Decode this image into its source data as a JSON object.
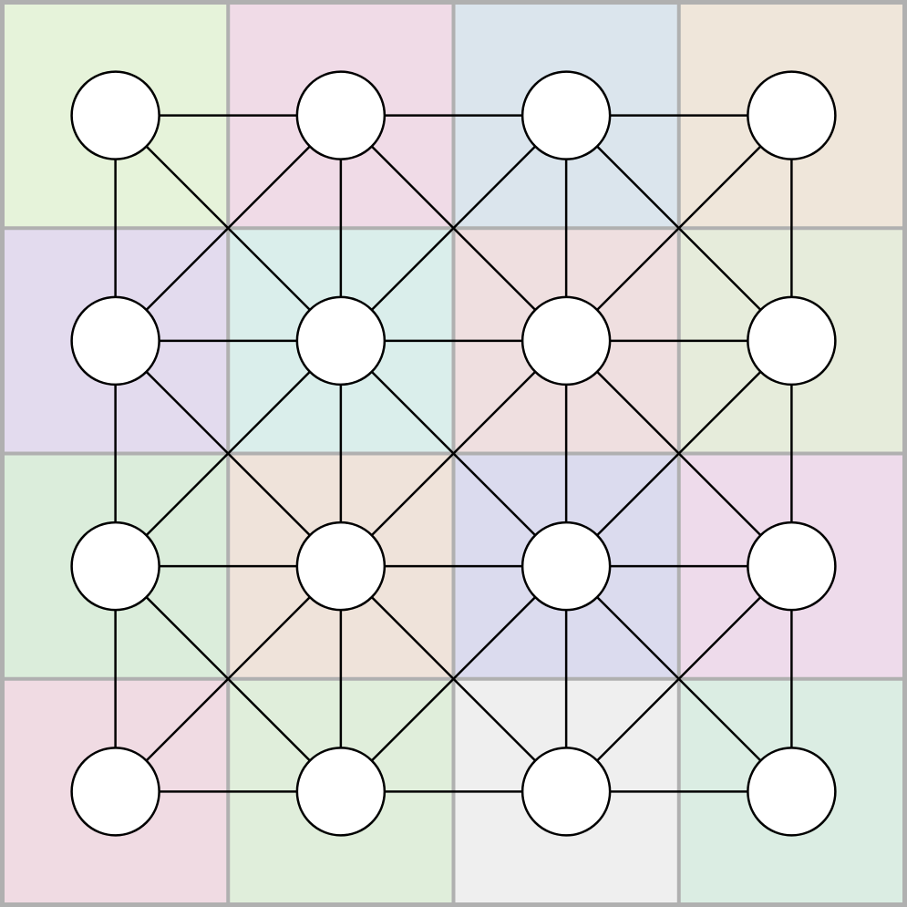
{
  "board": {
    "rows": 4,
    "cols": 4,
    "grid_line_color": "#b0b0b0",
    "edge_color": "#000000",
    "node_fill": "#ffffff",
    "node_stroke": "#000000",
    "cell_colors": [
      [
        "#e6f3da",
        "#f0dbe7",
        "#dbe5ed",
        "#efe6da"
      ],
      [
        "#e3dbee",
        "#daeeeb",
        "#efdfe0",
        "#e6ecdb"
      ],
      [
        "#dbeddb",
        "#efe3da",
        "#dbdbee",
        "#eedbeb"
      ],
      [
        "#f0dbe3",
        "#e0eedb",
        "#efefef",
        "#dbede3"
      ]
    ],
    "nodes": [
      {
        "row": 0,
        "col": 0
      },
      {
        "row": 0,
        "col": 1
      },
      {
        "row": 0,
        "col": 2
      },
      {
        "row": 0,
        "col": 3
      },
      {
        "row": 1,
        "col": 0
      },
      {
        "row": 1,
        "col": 1
      },
      {
        "row": 1,
        "col": 2
      },
      {
        "row": 1,
        "col": 3
      },
      {
        "row": 2,
        "col": 0
      },
      {
        "row": 2,
        "col": 1
      },
      {
        "row": 2,
        "col": 2
      },
      {
        "row": 2,
        "col": 3
      },
      {
        "row": 3,
        "col": 0
      },
      {
        "row": 3,
        "col": 1
      },
      {
        "row": 3,
        "col": 2
      },
      {
        "row": 3,
        "col": 3
      }
    ],
    "connections": "orthogonal-and-diagonal-neighbors"
  }
}
